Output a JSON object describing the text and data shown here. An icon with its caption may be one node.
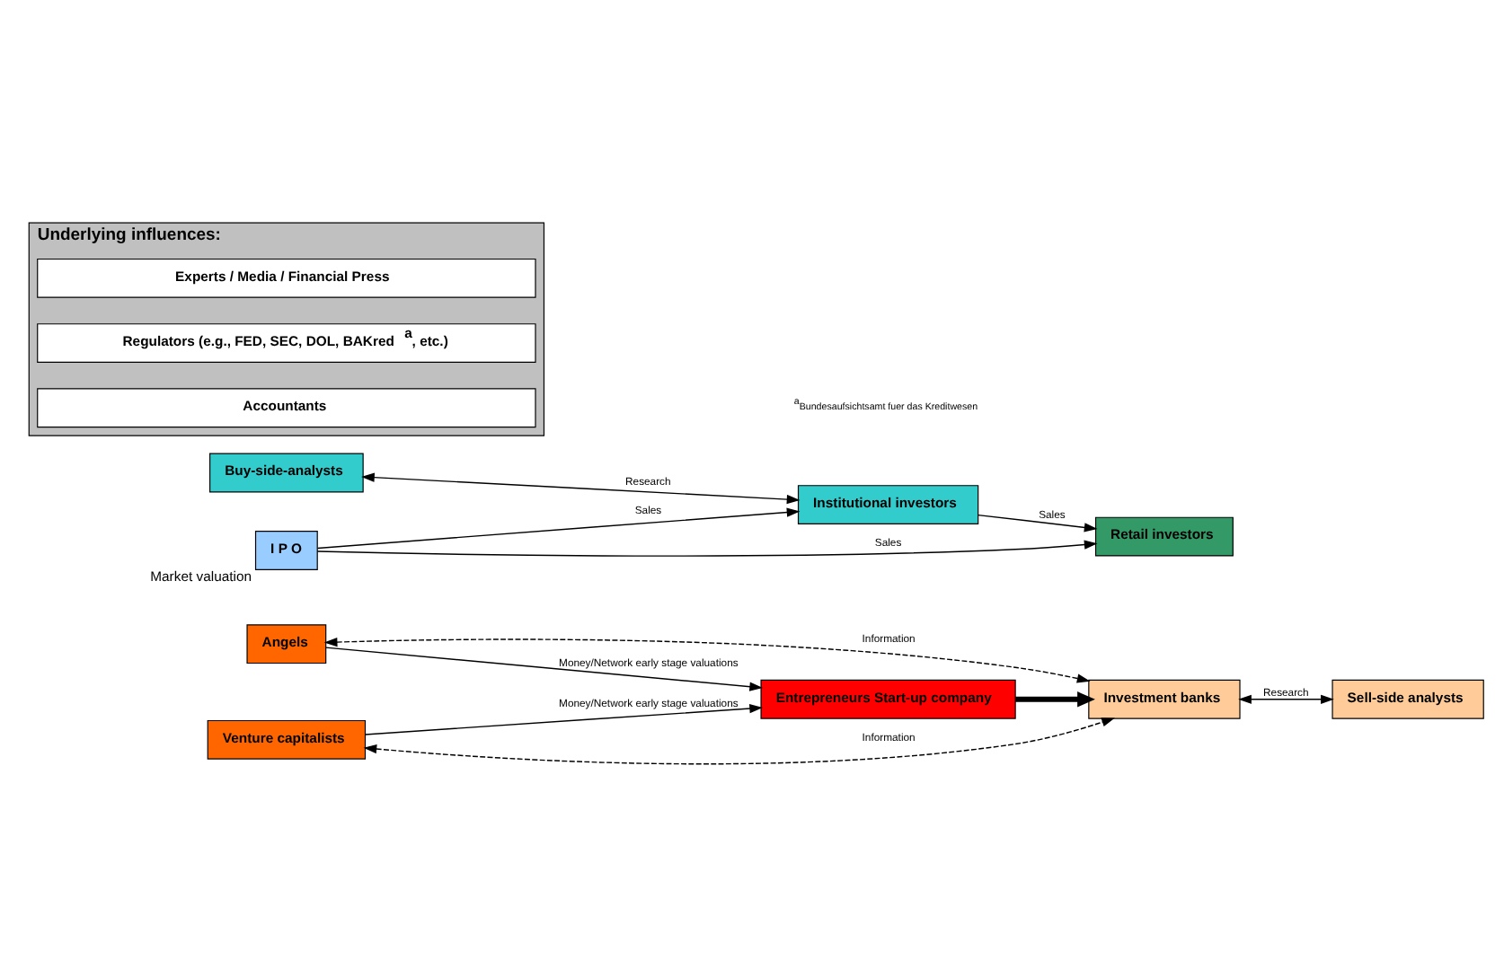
{
  "diagram": {
    "nodes": [
      {
        "text": [
          "Entrepreneurs Start-up company"
        ]
      },
      {
        "text": [
          "Angels"
        ]
      },
      {
        "text": [
          "Venture capitalists"
        ]
      },
      {
        "text": [
          "Investment banks"
        ]
      },
      {
        "text": [
          "Sell-side analysts"
        ]
      },
      {
        "text": [
          "Buy-side-analysts"
        ]
      },
      {
        "text": [
          "I P O"
        ],
        "beside": [
          "Market valuation"
        ]
      },
      {
        "text": [
          "Institutional investors"
        ]
      },
      {
        "text": [
          "Retail investors"
        ]
      },
      {
        "text": [
          "Underlying influences:"
        ]
      },
      {
        "text": [
          "Experts / Media / Financial Press"
        ],
        "in": 9
      },
      {
        "text": [
          "Regulators (e.g., FED, SEC, DOL, BAKred$^{a}$, etc.)"
        ],
        "in": 9
      },
      {
        "text": [
          "Accountants"
        ],
        "in": 9
      }
    ],
    "edges": [
      {
        "from": 1,
        "to": 0,
        "arrow": "to",
        "label": "Money/Network early stage valuations"
      },
      {
        "from": 2,
        "to": 0,
        "arrow": "to",
        "label": "Money/Network early stage valuations"
      },
      {
        "from": 0,
        "to": 3,
        "arrow": "to",
        "style": "thick"
      },
      {
        "from": 1,
        "to": 3,
        "arrow": "both",
        "style": "dashed",
        "label": "Information"
      },
      {
        "from": 2,
        "to": 3,
        "arrow": "both",
        "style": "dashed",
        "label": "Information"
      },
      {
        "from": 3,
        "to": 4,
        "arrow": "both",
        "label": "Research"
      },
      {
        "from": 6,
        "to": 7,
        "arrow": "to",
        "label": "Sales"
      },
      {
        "from": 6,
        "to": 8,
        "arrow": "to",
        "label": "Sales"
      },
      {
        "from": 5,
        "to": 7,
        "arrow": "both",
        "label": "Research"
      },
      {
        "from": 7,
        "to": 8,
        "arrow": "to",
        "label": "Sales"
      }
    ],
    "labels": [
      "$^{a}$Bundesaufsichtsamt fuer das Kreditwesen"
    ]
  }
}
